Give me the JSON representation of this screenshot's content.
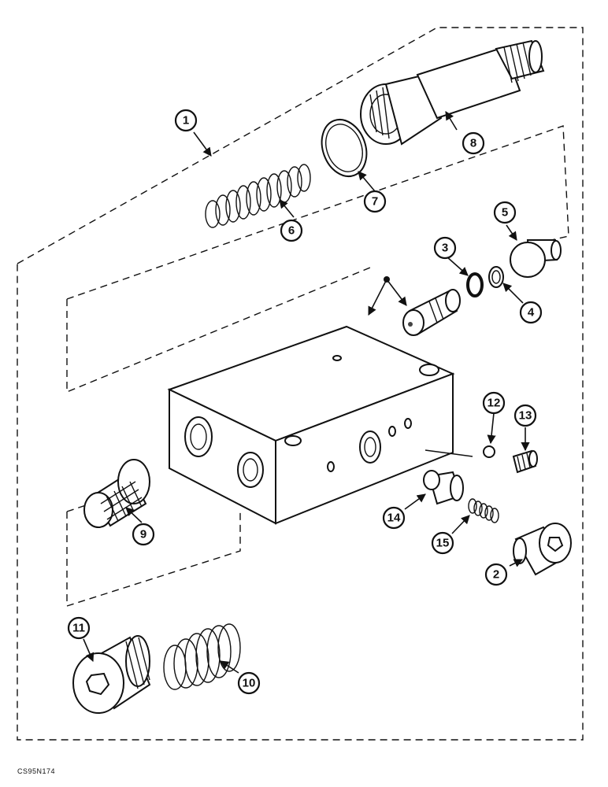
{
  "diagram": {
    "callouts": [
      "1",
      "2",
      "3",
      "4",
      "5",
      "6",
      "7",
      "8",
      "9",
      "10",
      "11",
      "12",
      "13",
      "14",
      "15"
    ],
    "reference_code": "CS95N174"
  }
}
